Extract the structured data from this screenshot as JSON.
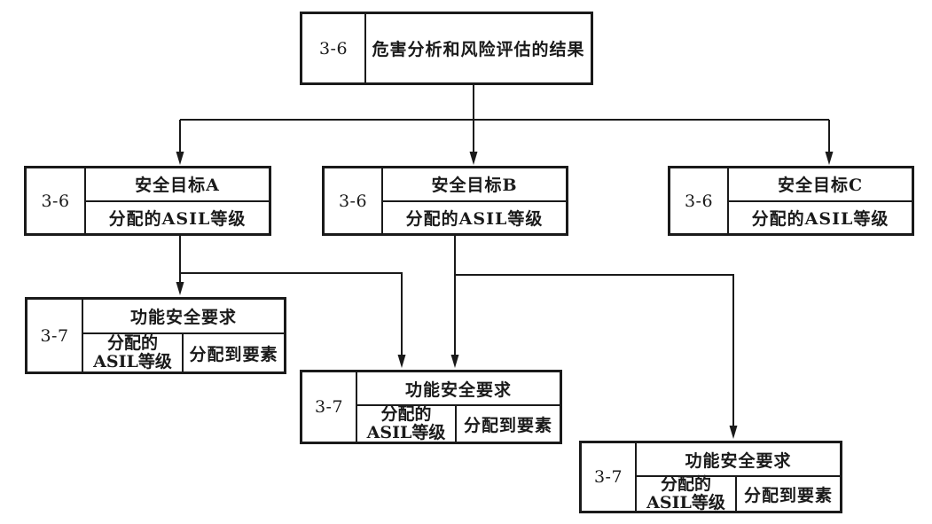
{
  "diagram": {
    "colors": {
      "line": "#1a1a1a",
      "background": "#ffffff"
    },
    "hazard": {
      "ref": "3-6",
      "title": "危害分析和风险评估的结果"
    },
    "goals": [
      {
        "ref": "3-6",
        "title": "安全目标A",
        "sub": "分配的ASIL等级"
      },
      {
        "ref": "3-6",
        "title": "安全目标B",
        "sub": "分配的ASIL等级"
      },
      {
        "ref": "3-6",
        "title": "安全目标C",
        "sub": "分配的ASIL等级"
      }
    ],
    "requirements": [
      {
        "ref": "3-7",
        "title": "功能安全要求",
        "asil": "分配的ASIL等级",
        "element": "分配到要素"
      },
      {
        "ref": "3-7",
        "title": "功能安全要求",
        "asil": "分配的ASIL等级",
        "element": "分配到要素"
      },
      {
        "ref": "3-7",
        "title": "功能安全要求",
        "asil": "分配的ASIL等级",
        "element": "分配到要素"
      }
    ]
  }
}
